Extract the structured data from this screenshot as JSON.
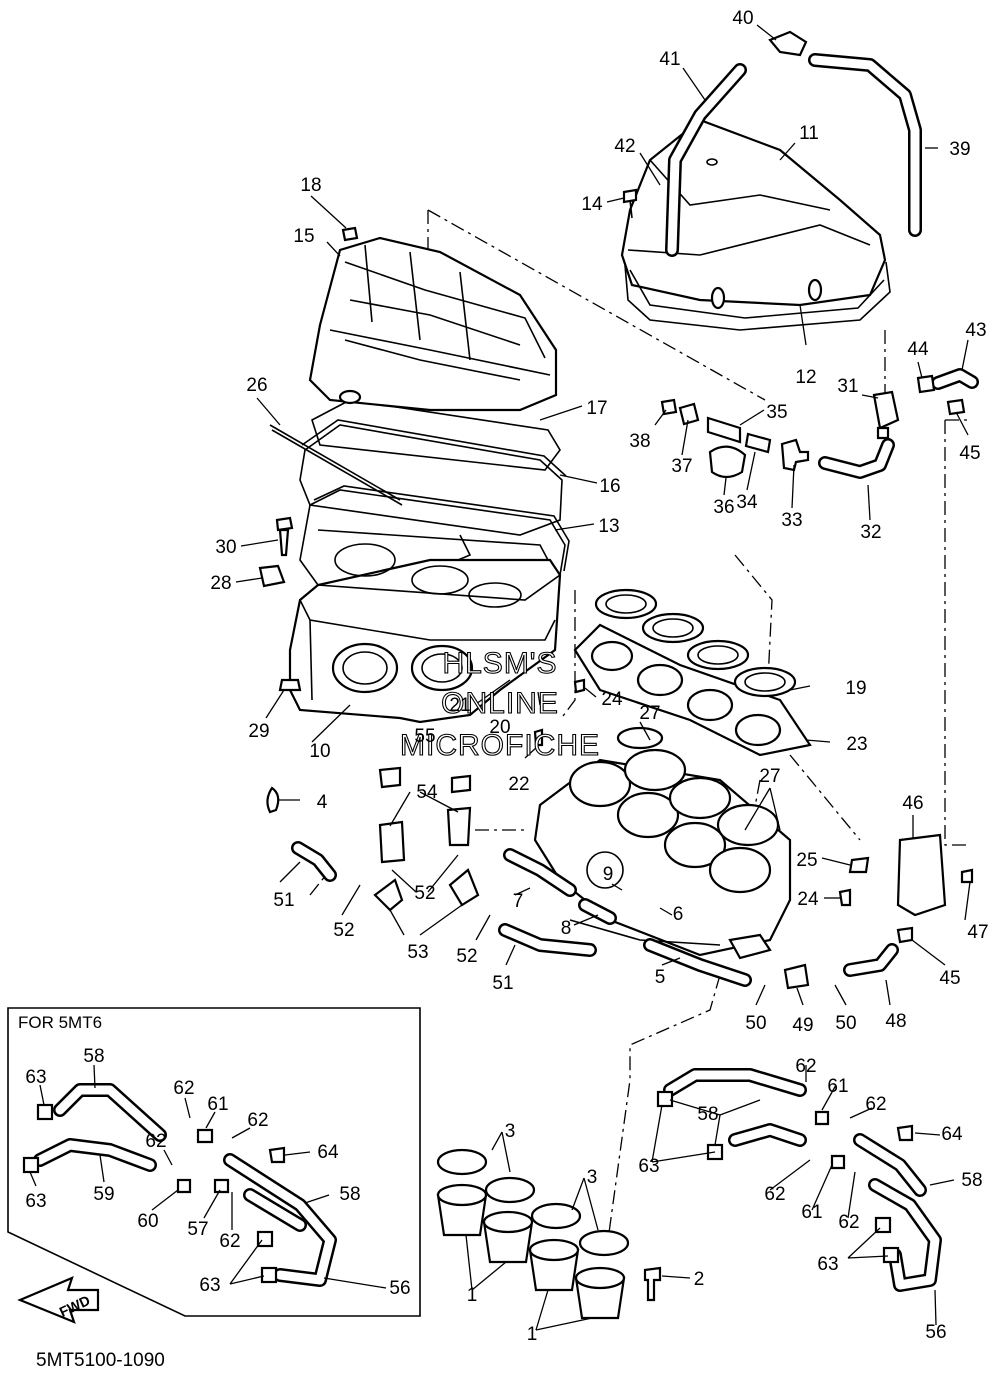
{
  "diagram": {
    "code": "5MT5100-1090",
    "inset_title": "FOR 5MT6",
    "fwd_label": "FWD",
    "watermark": [
      "HLSM'S",
      "ONLINE",
      "MICROFICHE"
    ],
    "callouts": [
      {
        "id": "c40",
        "label": "40"
      },
      {
        "id": "c41",
        "label": "41"
      },
      {
        "id": "c39",
        "label": "39"
      },
      {
        "id": "c11",
        "label": "11"
      },
      {
        "id": "c42",
        "label": "42"
      },
      {
        "id": "c14",
        "label": "14"
      },
      {
        "id": "c18",
        "label": "18"
      },
      {
        "id": "c15",
        "label": "15"
      },
      {
        "id": "c12",
        "label": "12"
      },
      {
        "id": "c43",
        "label": "43"
      },
      {
        "id": "c44",
        "label": "44"
      },
      {
        "id": "c31",
        "label": "31"
      },
      {
        "id": "c45a",
        "label": "45"
      },
      {
        "id": "c26",
        "label": "26"
      },
      {
        "id": "c17",
        "label": "17"
      },
      {
        "id": "c35",
        "label": "35"
      },
      {
        "id": "c38",
        "label": "38"
      },
      {
        "id": "c37",
        "label": "37"
      },
      {
        "id": "c16",
        "label": "16"
      },
      {
        "id": "c36",
        "label": "36"
      },
      {
        "id": "c34",
        "label": "34"
      },
      {
        "id": "c33",
        "label": "33"
      },
      {
        "id": "c32",
        "label": "32"
      },
      {
        "id": "c13",
        "label": "13"
      },
      {
        "id": "c30",
        "label": "30"
      },
      {
        "id": "c28",
        "label": "28"
      },
      {
        "id": "c19",
        "label": "19"
      },
      {
        "id": "c24a",
        "label": "24"
      },
      {
        "id": "c29",
        "label": "29"
      },
      {
        "id": "c21",
        "label": "21"
      },
      {
        "id": "c20",
        "label": "20"
      },
      {
        "id": "c10",
        "label": "10"
      },
      {
        "id": "c27a",
        "label": "27"
      },
      {
        "id": "c23",
        "label": "23"
      },
      {
        "id": "c55",
        "label": "55"
      },
      {
        "id": "c22",
        "label": "22"
      },
      {
        "id": "c27b",
        "label": "27"
      },
      {
        "id": "c54",
        "label": "54"
      },
      {
        "id": "c4",
        "label": "4"
      },
      {
        "id": "c46",
        "label": "46"
      },
      {
        "id": "c25",
        "label": "25"
      },
      {
        "id": "c9",
        "label": "9"
      },
      {
        "id": "c51a",
        "label": "51"
      },
      {
        "id": "c52a",
        "label": "52"
      },
      {
        "id": "c7",
        "label": "7"
      },
      {
        "id": "c24b",
        "label": "24"
      },
      {
        "id": "c47",
        "label": "47"
      },
      {
        "id": "c6",
        "label": "6"
      },
      {
        "id": "c52b",
        "label": "52"
      },
      {
        "id": "c8",
        "label": "8"
      },
      {
        "id": "c53",
        "label": "53"
      },
      {
        "id": "c52c",
        "label": "52"
      },
      {
        "id": "c45b",
        "label": "45"
      },
      {
        "id": "c51b",
        "label": "51"
      },
      {
        "id": "c5",
        "label": "5"
      },
      {
        "id": "c50a",
        "label": "50"
      },
      {
        "id": "c49",
        "label": "49"
      },
      {
        "id": "c50b",
        "label": "50"
      },
      {
        "id": "c48",
        "label": "48"
      },
      {
        "id": "c58a",
        "label": "58"
      },
      {
        "id": "c63a",
        "label": "63"
      },
      {
        "id": "c62a",
        "label": "62"
      },
      {
        "id": "c61a",
        "label": "61"
      },
      {
        "id": "c62b",
        "label": "62"
      },
      {
        "id": "c62c",
        "label": "62"
      },
      {
        "id": "c64a",
        "label": "64"
      },
      {
        "id": "c59",
        "label": "59"
      },
      {
        "id": "c63b",
        "label": "63"
      },
      {
        "id": "c58b",
        "label": "58"
      },
      {
        "id": "c60",
        "label": "60"
      },
      {
        "id": "c57",
        "label": "57"
      },
      {
        "id": "c62d",
        "label": "62"
      },
      {
        "id": "c63c",
        "label": "63"
      },
      {
        "id": "c56a",
        "label": "56"
      },
      {
        "id": "c3a",
        "label": "3"
      },
      {
        "id": "c3b",
        "label": "3"
      },
      {
        "id": "c2",
        "label": "2"
      },
      {
        "id": "c1a",
        "label": "1"
      },
      {
        "id": "c1b",
        "label": "1"
      },
      {
        "id": "c62e",
        "label": "62"
      },
      {
        "id": "c61b",
        "label": "61"
      },
      {
        "id": "c62f",
        "label": "62"
      },
      {
        "id": "c58c",
        "label": "58"
      },
      {
        "id": "c64b",
        "label": "64"
      },
      {
        "id": "c63d",
        "label": "63"
      },
      {
        "id": "c62g",
        "label": "62"
      },
      {
        "id": "c61c",
        "label": "61"
      },
      {
        "id": "c62h",
        "label": "62"
      },
      {
        "id": "c58d",
        "label": "58"
      },
      {
        "id": "c63e",
        "label": "63"
      },
      {
        "id": "c56b",
        "label": "56"
      }
    ]
  }
}
